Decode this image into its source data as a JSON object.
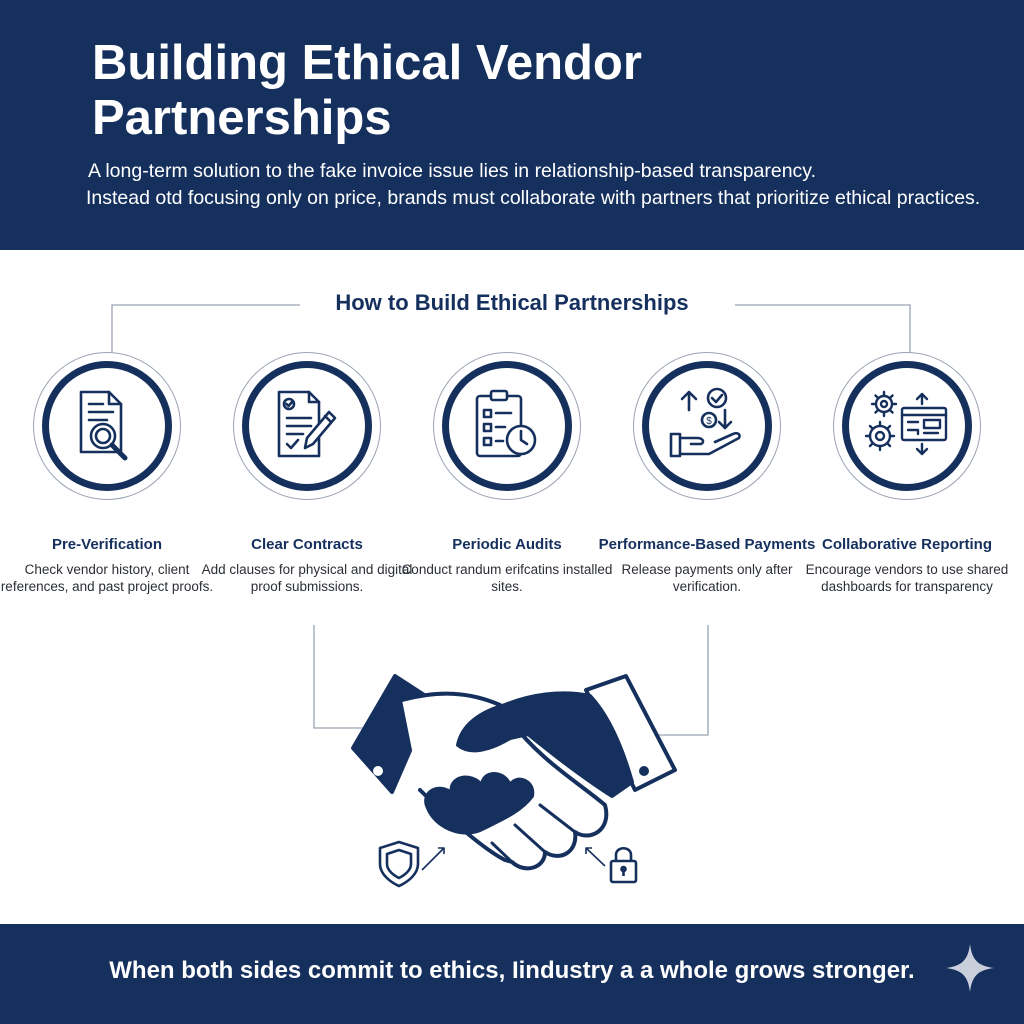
{
  "header": {
    "title_line1": "Building Ethical Vendor",
    "title_line2": "Partnerships",
    "intro_line1": "A long-term solution to the fake invoice issue lies in relationship-based transparency.",
    "intro_line2": "Instead otd focusing only on price, brands must collaborate with partners that prioritize ethical practices."
  },
  "section": {
    "title": "How to Build Ethical Partnerships"
  },
  "steps": [
    {
      "icon": "document-magnifier-icon",
      "title": "Pre-Verification",
      "desc": "Check vendor history, client references, and past project proofs."
    },
    {
      "icon": "contract-pen-icon",
      "title": "Clear Contracts",
      "desc": "Add clauses for physical and digital proof submissions."
    },
    {
      "icon": "clipboard-clock-icon",
      "title": "Periodic Audits",
      "desc": "Conduct randum erifcatins installed sites."
    },
    {
      "icon": "hand-payment-icon",
      "title": "Performance-Based Payments",
      "desc": "Release payments only after verification."
    },
    {
      "icon": "gears-dashboard-icon",
      "title": "Collaborative Reporting",
      "desc": "Encourage vendors to use shared dashboards for transparency"
    }
  ],
  "illustration": {
    "main_icon": "handshake-icon",
    "left_icon": "shield-icon",
    "right_icon": "lock-icon"
  },
  "footer": {
    "text": "When both sides commit to ethics, Iindustry a a whole grows stronger."
  },
  "colors": {
    "navy": "#16305e",
    "white": "#ffffff",
    "line_gray": "#9aa3b3"
  }
}
